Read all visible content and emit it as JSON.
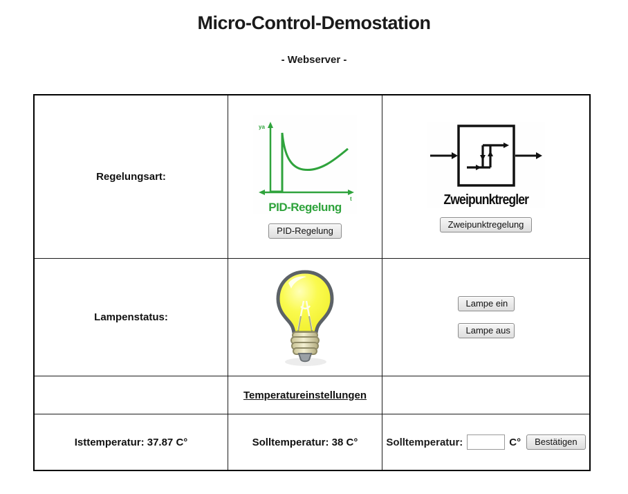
{
  "header": {
    "title": "Micro-Control-Demostation",
    "subtitle": "- Webserver -"
  },
  "colors": {
    "pid_green": "#2fa33c",
    "diagram_black": "#111111"
  },
  "table": {
    "regelungsart": {
      "label": "Regelungsart:",
      "pid": {
        "y_axis_label": "ya",
        "x_axis_label": "t",
        "image_caption": "PID-Regelung",
        "button_label": "PID-Regelung"
      },
      "zweipunkt": {
        "image_caption": "Zweipunktregler",
        "button_label": "Zweipunktregelung"
      }
    },
    "lampenstatus": {
      "label": "Lampenstatus:",
      "bulb_state": "on",
      "button_ein_label": "Lampe ein",
      "button_aus_label": "Lampe aus"
    },
    "temperatureinstellungen": {
      "heading": "Temperatureinstellungen",
      "isttemperatur_text": "Isttemperatur: 37.87 C°",
      "solltemperatur_text": "Solltemperatur: 38 C°",
      "form_label": "Solltemperatur:",
      "input_value": "",
      "unit": "C°",
      "confirm_button_label": "Bestätigen"
    }
  }
}
